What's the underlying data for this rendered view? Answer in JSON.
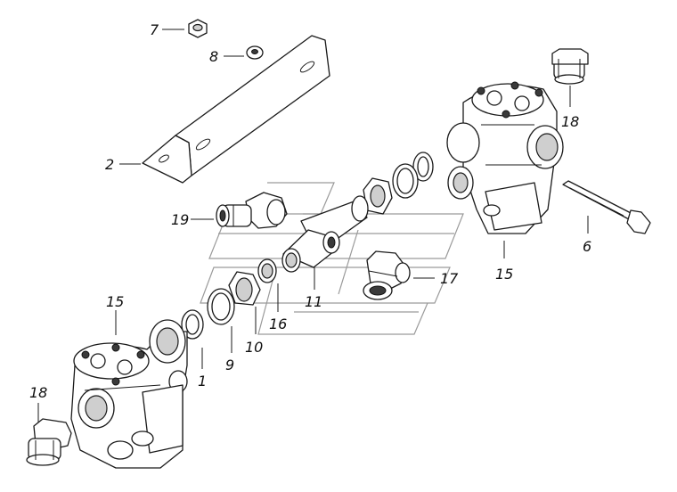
{
  "callouts": {
    "c1": "1",
    "c2": "2",
    "c6": "6",
    "c7": "7",
    "c8": "8",
    "c9": "9",
    "c10": "10",
    "c11": "11",
    "c15a": "15",
    "c15b": "15",
    "c16": "16",
    "c17": "17",
    "c18a": "18",
    "c18b": "18",
    "c19": "19"
  },
  "colors": {
    "line": "#1a1a1a",
    "watermark": "#9a9a9a",
    "shade": "#cfcfcf"
  }
}
